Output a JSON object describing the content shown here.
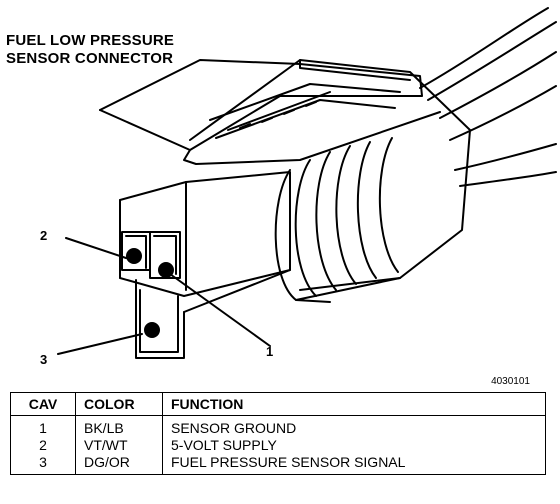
{
  "title": "FUEL LOW PRESSURE\nSENSOR CONNECTOR",
  "figure_id": "4030101",
  "pin_labels": [
    "2",
    "3",
    "1"
  ],
  "table": {
    "headers": [
      "CAV",
      "COLOR",
      "FUNCTION"
    ],
    "rows": [
      [
        "1",
        "BK/LB",
        "SENSOR GROUND"
      ],
      [
        "2",
        "VT/WT",
        "5-VOLT SUPPLY"
      ],
      [
        "3",
        "DG/OR",
        "FUEL PRESSURE SENSOR SIGNAL"
      ]
    ]
  }
}
